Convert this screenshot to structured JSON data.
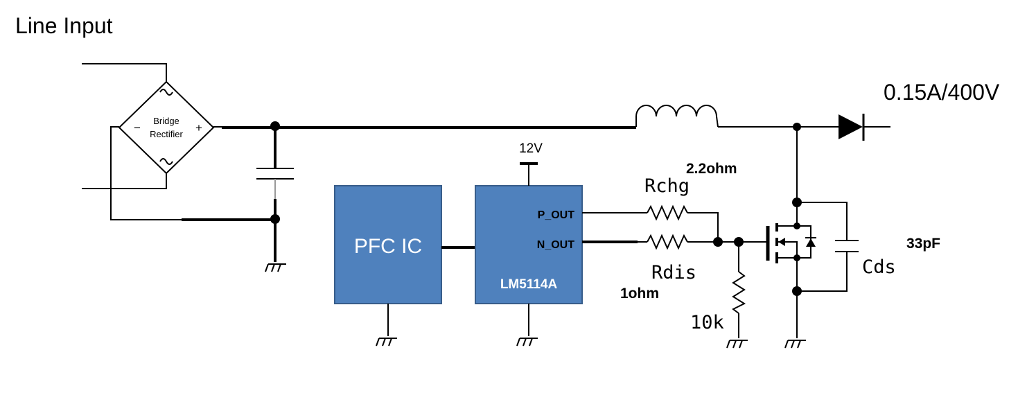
{
  "labels": {
    "line_input": "Line Input",
    "bridge_line1": "Bridge",
    "bridge_line2": "Rectifier",
    "bridge_minus": "−",
    "bridge_plus": "+",
    "output_rating": "0.15A/400V",
    "supply_12v": "12V",
    "pfc_ic": "PFC IC",
    "driver_part": "LM5114A",
    "p_out": "P_OUT",
    "n_out": "N_OUT",
    "rchg": "Rchg",
    "rchg_value": "2.2ohm",
    "rdis": "Rdis",
    "rdis_value": "1ohm",
    "pulldown_value": "10k",
    "cds": "Cds",
    "cds_value": "33pF"
  },
  "colors": {
    "block_fill": "#4f81bd",
    "block_stroke": "#385d8a",
    "block_text": "#ffffff",
    "wire": "#000000"
  }
}
